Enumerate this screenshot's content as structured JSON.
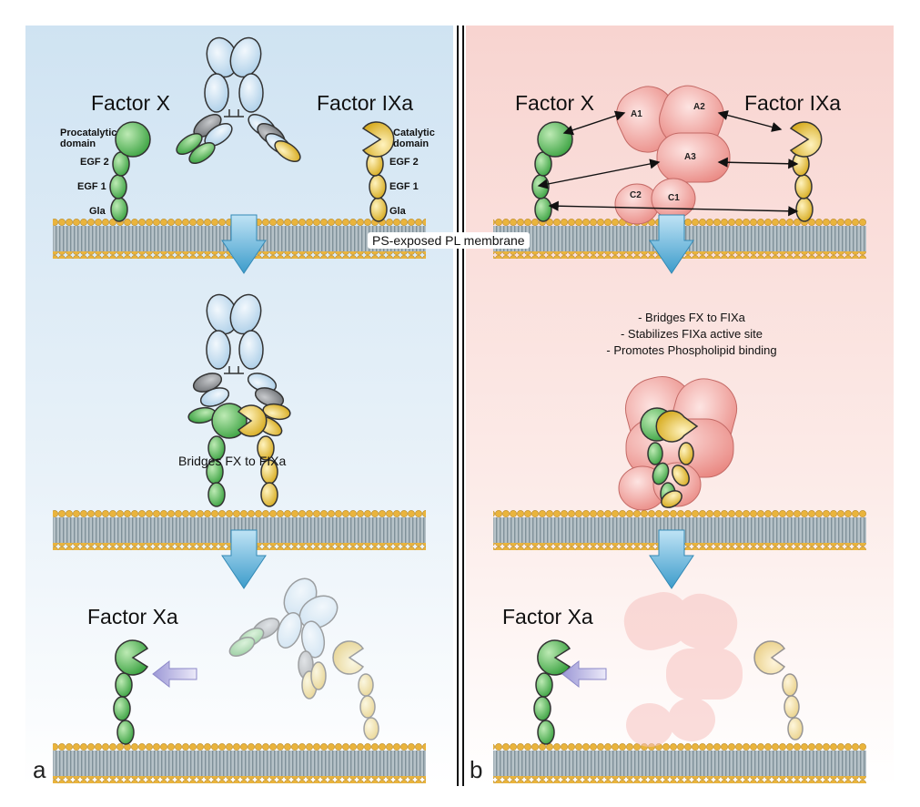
{
  "panel_a": {
    "letter": "a",
    "factor_x": "Factor X",
    "factor_ixa": "Factor IXa",
    "factor_xa": "Factor Xa",
    "procatalytic": "Procatalytic\ndomain",
    "catalytic": "Catalytic\ndomain",
    "egf2": "EGF 2",
    "egf1": "EGF 1",
    "gla": "Gla",
    "bridges": "Bridges FX to FIXa"
  },
  "panel_b": {
    "letter": "b",
    "factor_x": "Factor X",
    "factor_ixa": "Factor IXa",
    "factor_xa": "Factor Xa",
    "domains": {
      "a1": "A1",
      "a2": "A2",
      "a3": "A3",
      "c1": "C1",
      "c2": "C2"
    },
    "bullets": [
      "- Bridges FX to FIXa",
      "- Stabilizes FIXa active site",
      "- Promotes Phospholipid binding"
    ]
  },
  "membrane_label": "PS-exposed PL membrane",
  "colors": {
    "factor_x": "#5cc15a",
    "factor_ixa": "#f0cd4c",
    "antibody_light": "#c9e1f3",
    "antibody_grey": "#8b8d90",
    "fviii": "#f3a9a6",
    "membrane_head": "#e8b23a",
    "membrane_tail": "#8a9aa3",
    "arrow_blue": "#4fa6d0",
    "arrow_purple": "#a7a4da"
  }
}
